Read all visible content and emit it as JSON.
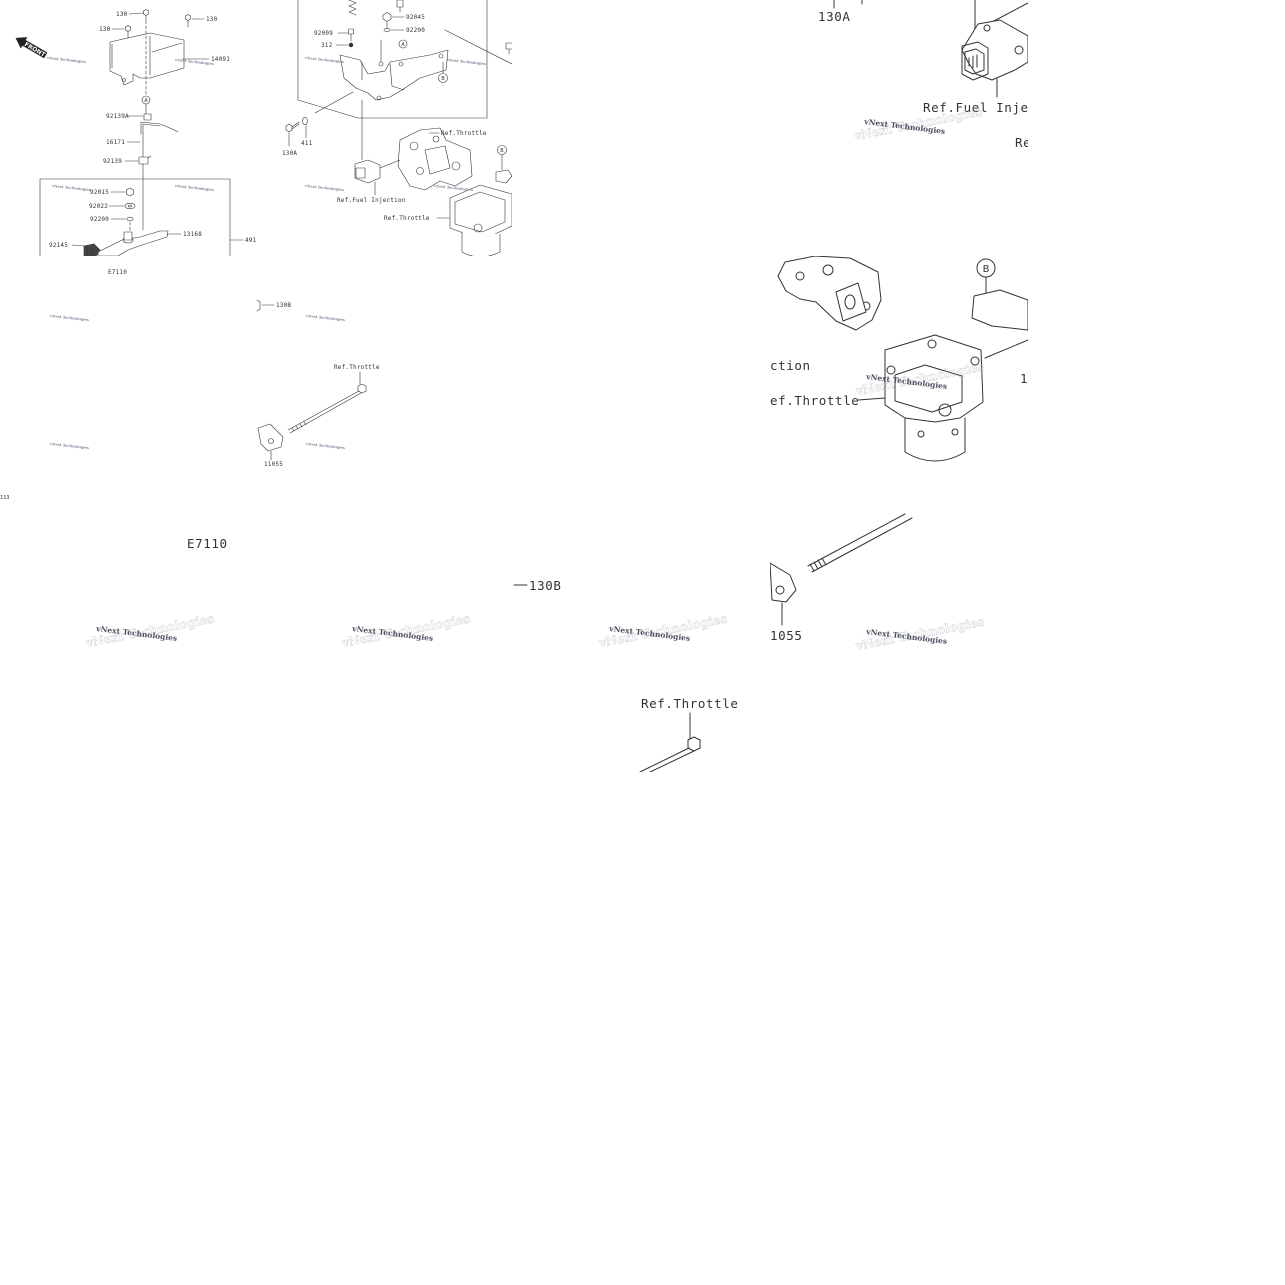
{
  "colors": {
    "background": "#ffffff",
    "line": "#333333",
    "watermark": "#7d8394"
  },
  "watermark": "vNext Technologies",
  "overview": {
    "front_arrow": "FRONT",
    "upper_left": {
      "labels": [
        "130",
        "130",
        "130",
        "14091",
        "92139A",
        "16171",
        "92139",
        "92015",
        "92022",
        "92200",
        "13168",
        "491",
        "92145"
      ],
      "callouts": [
        "A"
      ]
    },
    "upper_right": {
      "labels": [
        "92045",
        "92200",
        "92009",
        "312",
        "130A",
        "411"
      ],
      "callouts": [
        "A",
        "B",
        "B"
      ],
      "references": [
        "Ref.Throttle",
        "Ref.Fuel Injection",
        "Ref.Throttle"
      ]
    },
    "lower_left": {
      "labels": [
        "E7110",
        "113"
      ]
    },
    "lower_right": {
      "labels": [
        "130B",
        "11055"
      ],
      "references": [
        "Ref.Throttle"
      ]
    }
  },
  "zoomed": {
    "lower_strip": {
      "labels": [
        "E7110",
        "130B"
      ],
      "references": [
        "Ref.Throttle"
      ]
    },
    "right_top": {
      "labels": [
        "130A"
      ],
      "references": [
        "Ref.Fuel Inje",
        "Re"
      ]
    },
    "right_middle": {
      "callouts": [
        "B"
      ],
      "references": [
        "ction",
        "ef.Throttle"
      ],
      "labels": [
        "1"
      ]
    },
    "right_bottom": {
      "labels": [
        "1055"
      ]
    }
  }
}
